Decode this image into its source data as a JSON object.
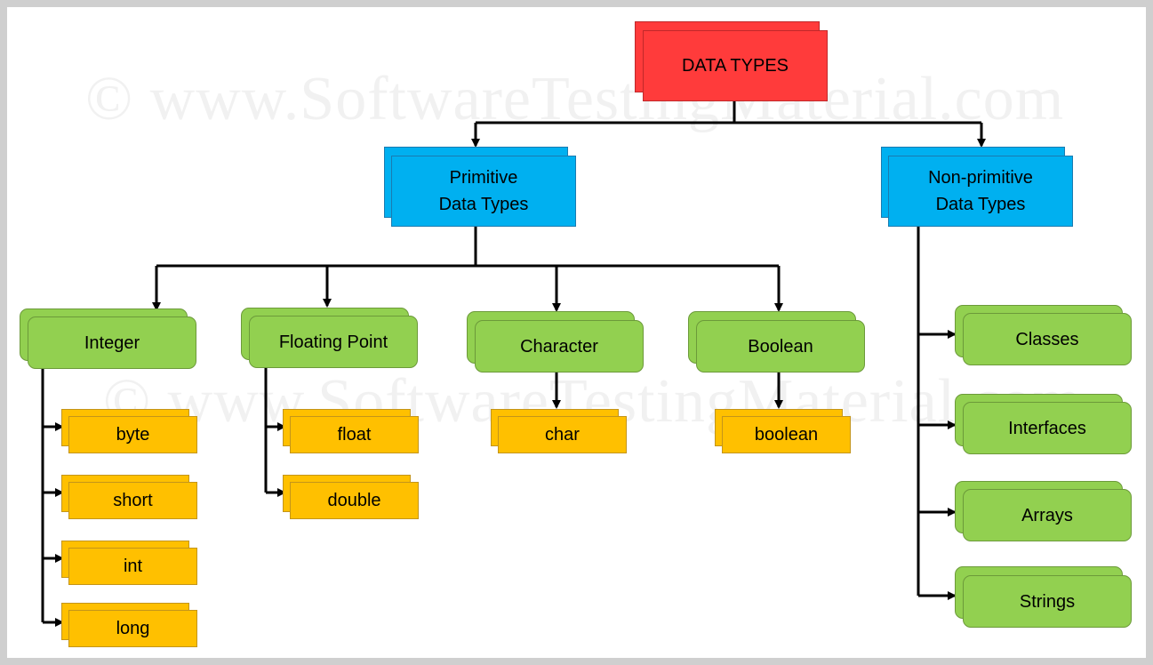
{
  "watermark": "©  www.SoftwareTestingMaterial.com",
  "colors": {
    "root": "#ff3b3b",
    "category": "#00b0f0",
    "group": "#92d050",
    "leaf": "#ffc000",
    "connector": "#000000"
  },
  "root": {
    "label": "DATA TYPES"
  },
  "primitive": {
    "label": "Primitive\nData Types",
    "groups": [
      {
        "label": "Integer",
        "items": [
          "byte",
          "short",
          "int",
          "long"
        ]
      },
      {
        "label": "Floating Point",
        "items": [
          "float",
          "double"
        ]
      },
      {
        "label": "Character",
        "items": [
          "char"
        ]
      },
      {
        "label": "Boolean",
        "items": [
          "boolean"
        ]
      }
    ]
  },
  "non_primitive": {
    "label": "Non-primitive\nData Types",
    "items": [
      "Classes",
      "Interfaces",
      "Arrays",
      "Strings"
    ]
  }
}
